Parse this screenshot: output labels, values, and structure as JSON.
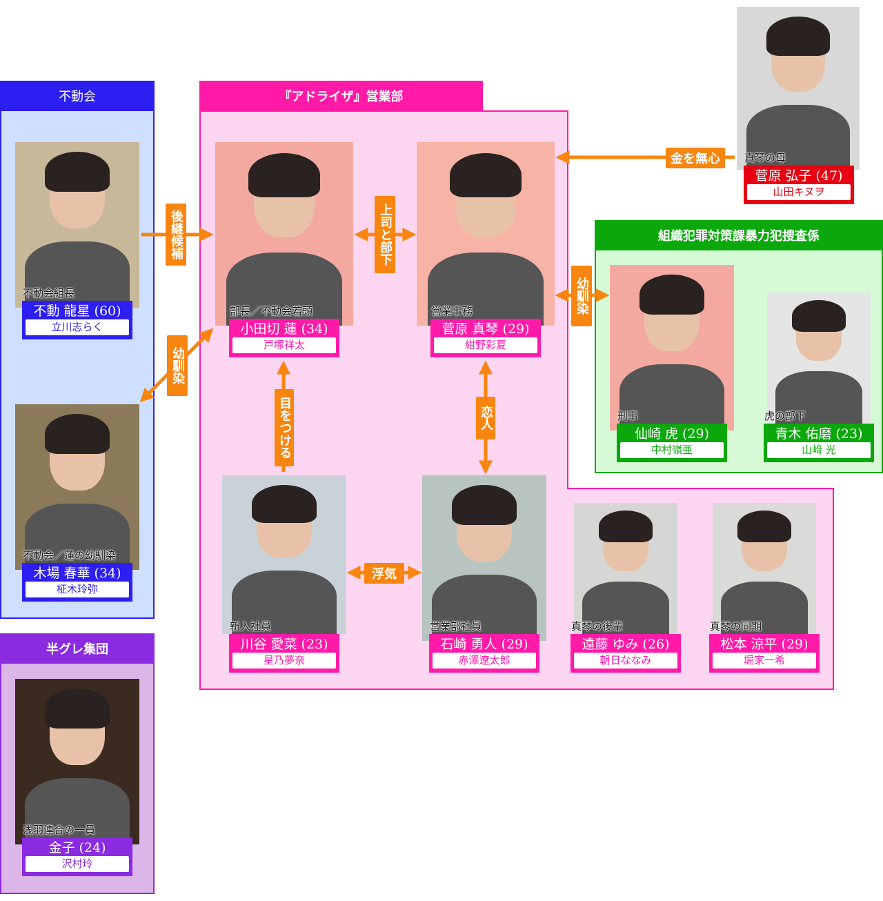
{
  "groups": {
    "fudoukai": "不動会",
    "adviser": "『アドライザ』営業部",
    "police": "組織犯罪対策課暴力犯捜査係",
    "hangure": "半グレ集団"
  },
  "people": [
    {
      "role": "不動会組長",
      "name": "不動 龍星 (60)",
      "actor": "立川志らく"
    },
    {
      "role": "不動会／蓮の幼馴染",
      "name": "木場 春華 (34)",
      "actor": "柾木玲弥"
    },
    {
      "role": "浅羽連合の一員",
      "name": "金子 (24)",
      "actor": "沢村玲"
    },
    {
      "role": "部長／不動会若頭",
      "name": "小田切 蓮 (34)",
      "actor": "戸塚祥太"
    },
    {
      "role": "営業事務",
      "name": "菅原 真琴 (29)",
      "actor": "紺野彩夏"
    },
    {
      "role": "新入社員",
      "name": "川谷 愛菜 (23)",
      "actor": "星乃夢奈"
    },
    {
      "role": "営業部社員",
      "name": "石崎 勇人 (29)",
      "actor": "赤澤遼太郎"
    },
    {
      "role": "真琴の後輩",
      "name": "遠藤 ゆみ (26)",
      "actor": "朝日ななみ"
    },
    {
      "role": "真琴の同期",
      "name": "松本 涼平 (29)",
      "actor": "堀家一希"
    },
    {
      "role": "刑事",
      "name": "仙崎 虎 (29)",
      "actor": "中村嶺亜"
    },
    {
      "role": "虎の部下",
      "name": "青木 佑磨 (23)",
      "actor": "山﨑 光"
    },
    {
      "role": "真琴の母",
      "name": "菅原 弘子 (47)",
      "actor": "山田キヌヲ"
    }
  ],
  "relations": {
    "successor": "後継候補",
    "childhood_left": "幼馴染",
    "boss_sub": "上司と部下",
    "money": "金を無心",
    "childhood_right": "幼馴染",
    "eye_on": "目をつける",
    "lovers": "恋人",
    "affair": "浮気"
  },
  "colors": {
    "blue": "#2d1ef2",
    "magenta": "#ff1aa8",
    "green": "#0aa80a",
    "purple": "#8a2be2",
    "red": "#e60012",
    "orange": "#f7850f"
  }
}
